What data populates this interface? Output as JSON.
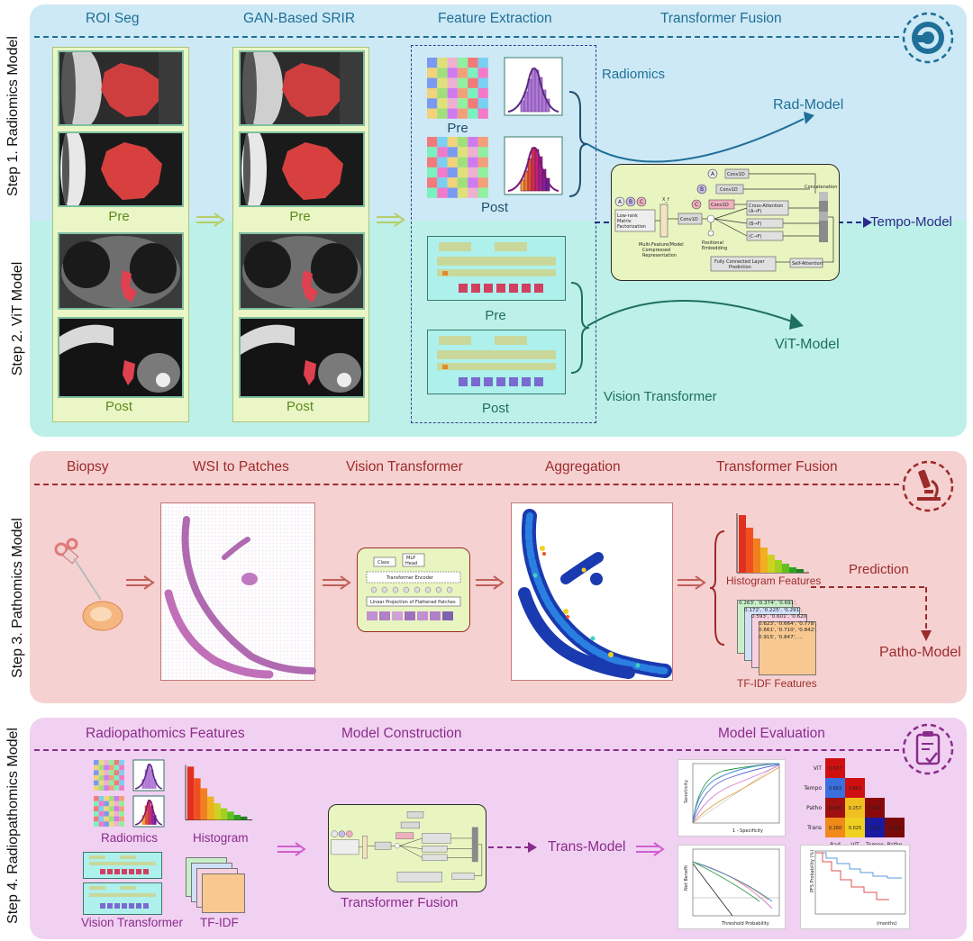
{
  "step1": {
    "side": "Step 1. Radiomics Model",
    "headers": [
      "ROI Seg",
      "GAN-Based SRIR",
      "Feature Extraction",
      "Transformer Fusion"
    ],
    "pre": "Pre",
    "post": "Post",
    "radiomics": "Radiomics",
    "rad_model": "Rad-Model",
    "tempo_model": "Tempo-Model"
  },
  "step2": {
    "side": "Step 2. ViT Model",
    "vit_model": "ViT-Model",
    "vision_transformer": "Vision Transformer"
  },
  "fusion_block": {
    "a": "A",
    "b": "B",
    "c": "C",
    "lowrank": "Low-rank Matrix Factorization",
    "xf": "X_f",
    "mfm": "Multi-Feature/Model Compressed Representation",
    "conv1d": "Conv1D",
    "pos": "Positional Embedding",
    "cross": "Cross-Attention (A→F)",
    "bf": "(B→F)",
    "cf": "(C→F)",
    "concat": "Concatenation",
    "fc": "Fully Connected Layer Prediction",
    "self": "Self-Attention"
  },
  "step3": {
    "side": "Step 3. Pathomics Model",
    "headers": [
      "Biopsy",
      "WSI to Patches",
      "Vision Transformer",
      "Aggregation",
      "Transformer Fusion"
    ],
    "vit_class": "Class",
    "vit_mlp": "MLP Head",
    "vit_encoder": "Transformer Encoder",
    "vit_linear": "Linear Projection of Flattened Patches",
    "histogram_features": "Histogram Features",
    "tfidf_features": "TF-IDF Features",
    "prediction": "Prediction",
    "patho_model": "Patho-Model",
    "tfidf_lines": [
      "0.263', '0.374', '0.691',",
      "0.172', '0.225', '0.291',",
      "0.593', '0.601', '0.620",
      "0.623', '0.664', '0.778',",
      "0.661', '0.710', '0.842',",
      "0.915', '0.847', ..."
    ]
  },
  "step4": {
    "side": "Step 4. Radiopathomics Model",
    "headers": [
      "Radiopathomics Features",
      "Model Construction",
      "Model Evaluation"
    ],
    "radiomics": "Radiomics",
    "histogram": "Histogram",
    "vision_transformer": "Vision Transformer",
    "tfidf": "TF-IDF",
    "transformer_fusion": "Transformer Fusion",
    "trans_model": "Trans-Model",
    "heatmap": {
      "rows": [
        "ViT",
        "Tempo",
        "Patho",
        "Trans"
      ],
      "cols": [
        "Rad",
        "ViT",
        "Tempo",
        "Patho"
      ],
      "values": [
        [
          "0.677"
        ],
        [
          "0.663",
          "0.663"
        ],
        [
          "0.606",
          "0.257",
          "0.663"
        ],
        [
          "0.160",
          "0.025",
          "0.831",
          "0.001"
        ]
      ],
      "colors": [
        [
          "#d01010"
        ],
        [
          "#3a6fe0",
          "#d01010"
        ],
        [
          "#a01010",
          "#f0c020",
          "#8a0a0a"
        ],
        [
          "#f08a1a",
          "#f0d020",
          "#1a1aa0",
          "#7a0a0a"
        ]
      ]
    },
    "roc": {
      "xlabel": "1 - Specificity",
      "ylabel": "Sensitivity"
    },
    "dca": {
      "xlabel": "Threshold Probability",
      "ylabel": "Net Benefit"
    },
    "km": {
      "ylabel": "PFS Probability (%)",
      "xunit": "(months)"
    }
  },
  "colors": {
    "step1_bg": "#cde9f5",
    "step2_bg": "#bdf0e8",
    "step3_bg": "#f6d1d1",
    "step4_bg": "#f1d1f1",
    "green_box": "#eaf6c6",
    "fusion_box": "#e8f5c0"
  }
}
